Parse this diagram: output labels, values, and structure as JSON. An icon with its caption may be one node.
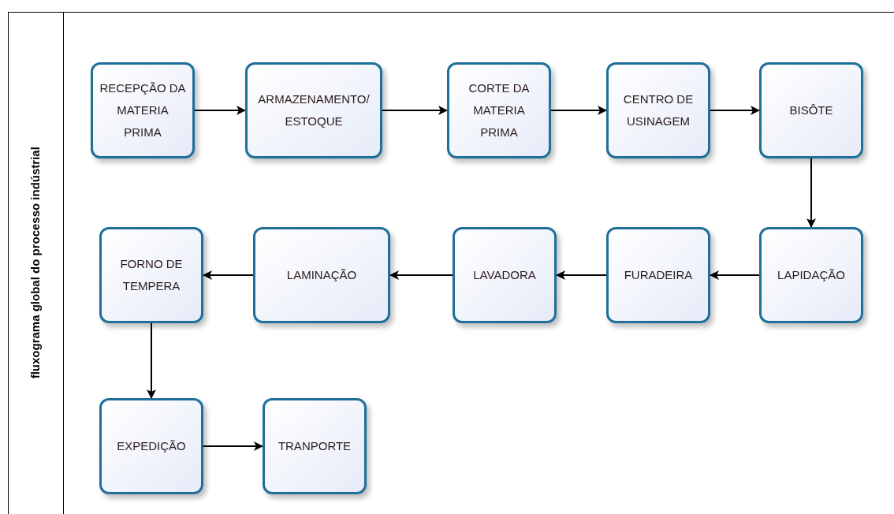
{
  "diagram": {
    "title": "fluxograma global do processo indústrial",
    "nodes": [
      {
        "text": [
          "RECEPÇÃO DA MATERIA PRIMA"
        ]
      },
      {
        "text": [
          "ARMAZENAMENTO/ ESTOQUE"
        ]
      },
      {
        "text": [
          "CORTE DA MATERIA PRIMA"
        ]
      },
      {
        "text": [
          "CENTRO DE USINAGEM"
        ]
      },
      {
        "text": [
          "BISÔTE"
        ]
      },
      {
        "text": [
          "LAPIDAÇÃO"
        ]
      },
      {
        "text": [
          "FURADEIRA"
        ]
      },
      {
        "text": [
          "LAVADORA"
        ]
      },
      {
        "text": [
          "LAMINAÇÃO"
        ]
      },
      {
        "text": [
          "FORNO DE TEMPERA"
        ]
      },
      {
        "text": [
          "EXPEDIÇÃO"
        ]
      },
      {
        "text": [
          "TRANPORTE"
        ]
      }
    ],
    "edges": [
      {
        "from": 0,
        "to": 1,
        "arrow": "to"
      },
      {
        "from": 1,
        "to": 2,
        "arrow": "to"
      },
      {
        "from": 2,
        "to": 3,
        "arrow": "to"
      },
      {
        "from": 3,
        "to": 4,
        "arrow": "to"
      },
      {
        "from": 4,
        "to": 5,
        "arrow": "to"
      },
      {
        "from": 5,
        "to": 6,
        "arrow": "to"
      },
      {
        "from": 6,
        "to": 7,
        "arrow": "to"
      },
      {
        "from": 7,
        "to": 8,
        "arrow": "to"
      },
      {
        "from": 8,
        "to": 9,
        "arrow": "to"
      },
      {
        "from": 9,
        "to": 10,
        "arrow": "to"
      },
      {
        "from": 10,
        "to": 11,
        "arrow": "to"
      }
    ]
  }
}
